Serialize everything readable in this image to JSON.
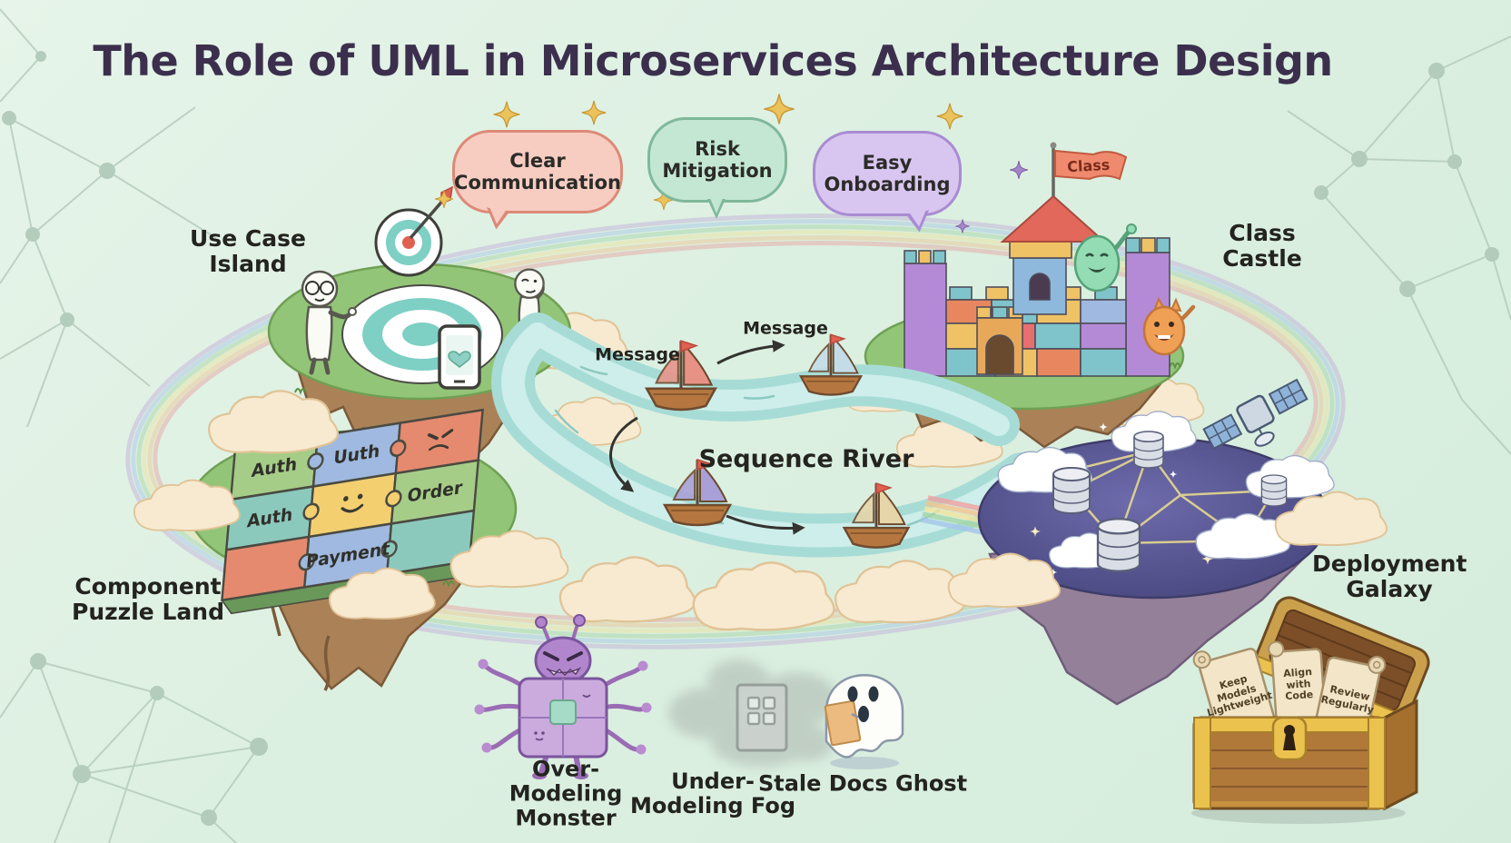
{
  "title": "The Role of UML in Microservices Architecture Design",
  "benefits": {
    "clear_communication": "Clear Communication",
    "risk_mitigation": "Risk Mitigation",
    "easy_onboarding": "Easy Onboarding"
  },
  "islands": {
    "use_case": {
      "label": "Use Case Island"
    },
    "class_castle": {
      "label": "Class Castle",
      "flag_label": "Class"
    },
    "component_puzzle": {
      "label": "Component Puzzle Land",
      "pieces": {
        "auth_top": "Auth",
        "uuth": "Uuth",
        "auth_left": "Auth",
        "order": "Order",
        "payment": "Payment"
      }
    },
    "sequence_river": {
      "label": "Sequence River",
      "message_upper": "Message",
      "message_lower": "Message"
    },
    "deployment": {
      "label": "Deployment Galaxy"
    }
  },
  "pitfalls": {
    "over_modeling": "Over-Modeling Monster",
    "under_modeling": "Under-Modeling Fog",
    "stale_docs": "Stale Docs Ghost"
  },
  "treasure": {
    "scroll_1": "Keep Models Lightweight",
    "scroll_2": "Align with Code",
    "scroll_3": "Review Regularly"
  },
  "colors": {
    "background": "#ddefe2",
    "title_text": "#3c2f4d",
    "bubble_pink": "#f7cdc2",
    "bubble_green": "#c3e7d2",
    "bubble_purple": "#d8c6f0",
    "river": "#a7dcd6",
    "island_green": "#93c578",
    "cliff_brown": "#ab8258",
    "galaxy_purple": "#55538c",
    "star_gold": "#ecc25c"
  }
}
